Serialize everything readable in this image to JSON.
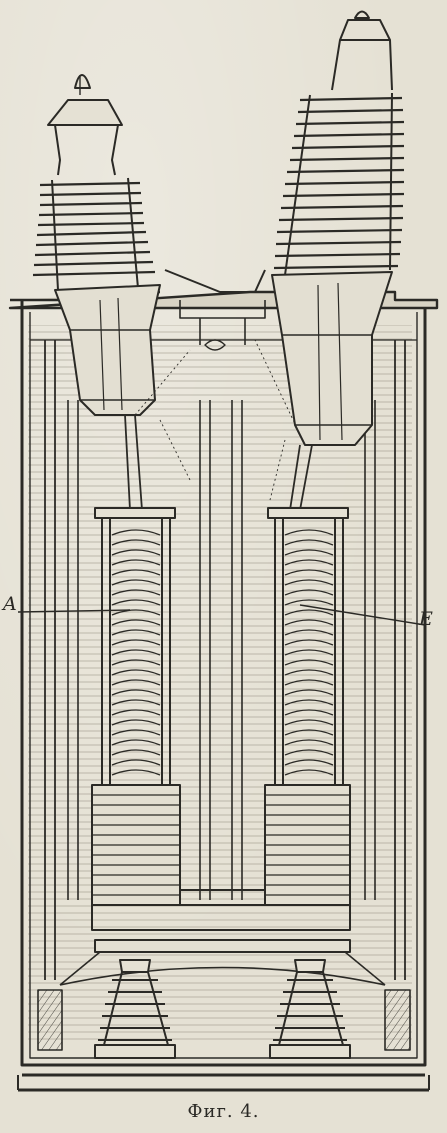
{
  "figure": {
    "caption": "Фиг. 4.",
    "labels": {
      "left": "A",
      "right": "E"
    }
  },
  "colors": {
    "ink": "#2b2a26",
    "paper": "#e5e1d4",
    "oil": "#d9d5c8"
  }
}
